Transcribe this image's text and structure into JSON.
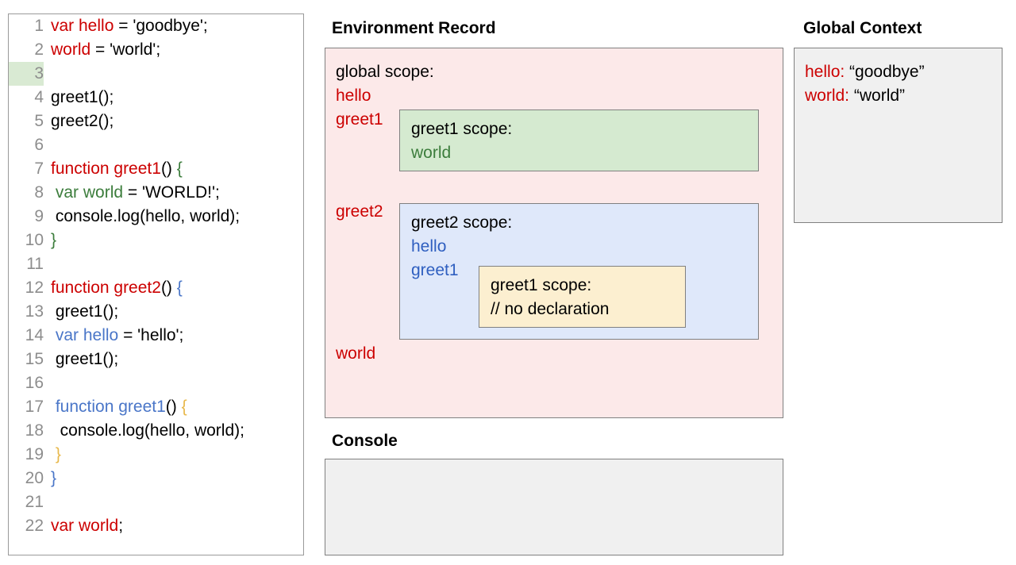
{
  "code_panel": {
    "lines": [
      {
        "n": "1",
        "highlight": false,
        "tokens": [
          {
            "t": "var hello",
            "c": "red"
          },
          {
            "t": " = 'goodbye';",
            "c": "black"
          }
        ]
      },
      {
        "n": "2",
        "highlight": false,
        "tokens": [
          {
            "t": "world",
            "c": "red"
          },
          {
            "t": " = 'world';",
            "c": "black"
          }
        ]
      },
      {
        "n": "3",
        "highlight": true,
        "tokens": []
      },
      {
        "n": "4",
        "highlight": false,
        "tokens": [
          {
            "t": "greet1();",
            "c": "black"
          }
        ]
      },
      {
        "n": "5",
        "highlight": false,
        "tokens": [
          {
            "t": "greet2();",
            "c": "black"
          }
        ]
      },
      {
        "n": "6",
        "highlight": false,
        "tokens": []
      },
      {
        "n": "7",
        "highlight": false,
        "tokens": [
          {
            "t": "function greet1",
            "c": "red"
          },
          {
            "t": "() ",
            "c": "black"
          },
          {
            "t": "{",
            "c": "green"
          }
        ]
      },
      {
        "n": "8",
        "highlight": false,
        "tokens": [
          {
            "t": " ",
            "c": "black"
          },
          {
            "t": "var world",
            "c": "green"
          },
          {
            "t": " = 'WORLD!';",
            "c": "black"
          }
        ]
      },
      {
        "n": "9",
        "highlight": false,
        "tokens": [
          {
            "t": " console.log(hello, world);",
            "c": "black"
          }
        ]
      },
      {
        "n": "10",
        "highlight": false,
        "tokens": [
          {
            "t": "}",
            "c": "green"
          }
        ]
      },
      {
        "n": "11",
        "highlight": false,
        "tokens": []
      },
      {
        "n": "12",
        "highlight": false,
        "tokens": [
          {
            "t": "function greet2",
            "c": "red"
          },
          {
            "t": "() ",
            "c": "black"
          },
          {
            "t": "{",
            "c": "blue"
          }
        ]
      },
      {
        "n": "13",
        "highlight": false,
        "tokens": [
          {
            "t": " greet1();",
            "c": "black"
          }
        ]
      },
      {
        "n": "14",
        "highlight": false,
        "tokens": [
          {
            "t": " ",
            "c": "black"
          },
          {
            "t": "var hello",
            "c": "blue"
          },
          {
            "t": " = 'hello';",
            "c": "black"
          }
        ]
      },
      {
        "n": "15",
        "highlight": false,
        "tokens": [
          {
            "t": " greet1();",
            "c": "black"
          }
        ]
      },
      {
        "n": "16",
        "highlight": false,
        "tokens": []
      },
      {
        "n": "17",
        "highlight": false,
        "tokens": [
          {
            "t": " ",
            "c": "black"
          },
          {
            "t": "function greet1",
            "c": "blue"
          },
          {
            "t": "() ",
            "c": "black"
          },
          {
            "t": "{",
            "c": "yellow"
          }
        ]
      },
      {
        "n": "18",
        "highlight": false,
        "tokens": [
          {
            "t": "  console.log(hello, world);",
            "c": "black"
          }
        ]
      },
      {
        "n": "19",
        "highlight": false,
        "tokens": [
          {
            "t": " ",
            "c": "black"
          },
          {
            "t": "}",
            "c": "yellow"
          }
        ]
      },
      {
        "n": "20",
        "highlight": false,
        "tokens": [
          {
            "t": "}",
            "c": "blue"
          }
        ]
      },
      {
        "n": "21",
        "highlight": false,
        "tokens": []
      },
      {
        "n": "22",
        "highlight": false,
        "tokens": [
          {
            "t": "var world",
            "c": "red"
          },
          {
            "t": ";",
            "c": "black"
          }
        ]
      }
    ]
  },
  "environment_record": {
    "title": "Environment Record",
    "global_scope_label": "global scope:",
    "global_vars": {
      "hello": "hello",
      "greet1": "greet1",
      "greet2": "greet2",
      "world": "world"
    },
    "greet1_scope": {
      "label": "greet1 scope:",
      "vars": {
        "world": "world"
      }
    },
    "greet2_scope": {
      "label": "greet2 scope:",
      "vars": {
        "hello": "hello",
        "greet1": "greet1"
      },
      "inner_greet1_scope": {
        "label": "greet1 scope:",
        "note": "// no declaration"
      }
    }
  },
  "global_context": {
    "title": "Global Context",
    "entries": [
      {
        "key": "hello:",
        "value": " “goodbye”"
      },
      {
        "key": "world:",
        "value": " “world”"
      }
    ]
  },
  "console": {
    "title": "Console",
    "output": ""
  },
  "colors": {
    "red": "#cc0000",
    "green": "#3c7d3c",
    "blue": "#4a76c8",
    "yellow": "#e8b84b",
    "env_record_bg": "#fce9e9",
    "greet1_scope_bg": "#d5ead0",
    "greet2_scope_bg": "#dfe8fa",
    "inner_scope_bg": "#fcefd0",
    "panel_bg": "#f0f0f0",
    "border": "#808080",
    "line_highlight": "#d9ead3"
  }
}
